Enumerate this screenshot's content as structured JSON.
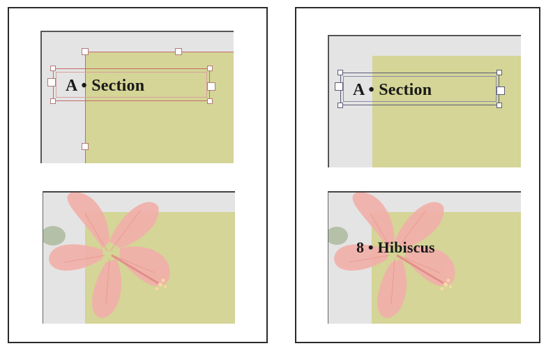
{
  "left_spread": {
    "section_label": "A • Section"
  },
  "right_spread": {
    "section_label": "A • Section",
    "page_label": "8 • Hibiscus"
  },
  "colors": {
    "page_border": "#2a2a2a",
    "pasteboard": "#e4e4e4",
    "accent_green": "#d4d596",
    "selection_red": "#c46a6a",
    "selection_blue": "#5a5a78",
    "flower_pink": "#f2b0aa"
  },
  "icons": [
    "hibiscus-flower-image"
  ]
}
